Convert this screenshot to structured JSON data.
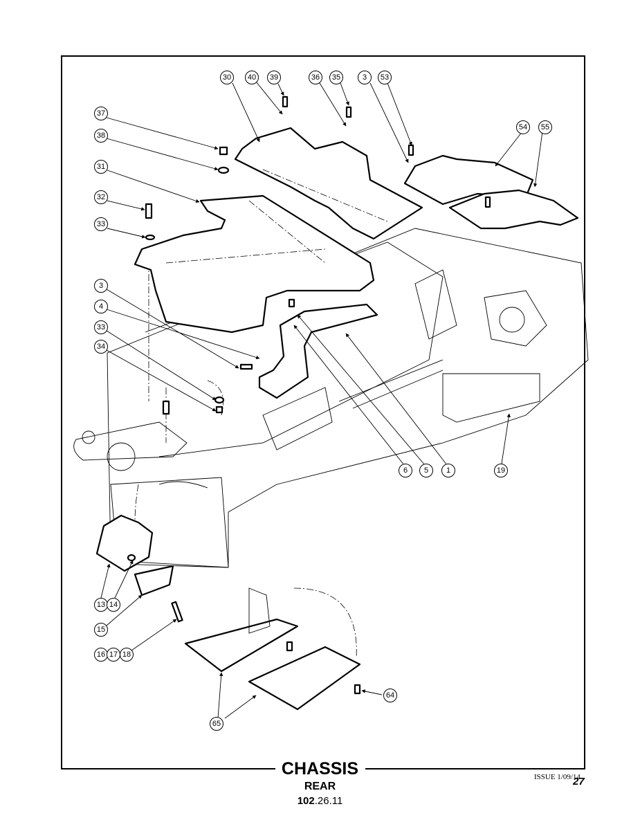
{
  "page": {
    "title": "CHASSIS",
    "subtitle": "REAR",
    "ref_bold": "102",
    "ref_rest": ".26.11",
    "issue": "ISSUE 1/09/14",
    "page_number": "27"
  },
  "callouts": [
    "30",
    "40",
    "39",
    "36",
    "35",
    "3",
    "53",
    "37",
    "38",
    "31",
    "32",
    "33",
    "54",
    "55",
    "3",
    "4",
    "33",
    "34",
    "6",
    "5",
    "1",
    "19",
    "13",
    "14",
    "15",
    "16",
    "17",
    "18",
    "64",
    "65"
  ]
}
